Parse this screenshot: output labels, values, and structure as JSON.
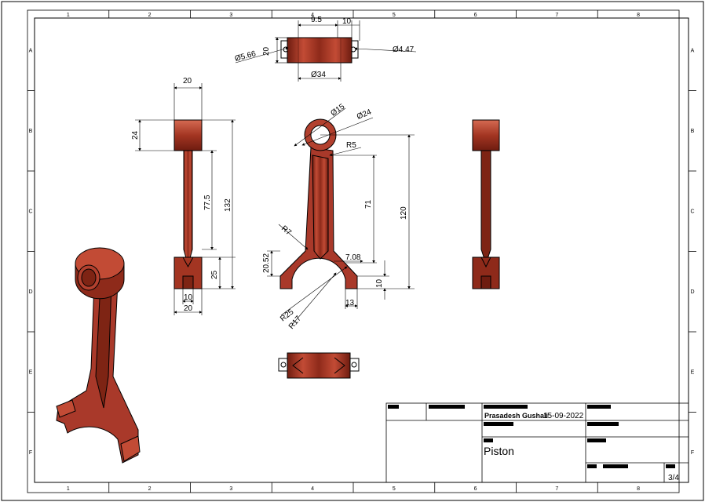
{
  "sheet": {
    "col_labels": [
      "1",
      "2",
      "3",
      "4",
      "5",
      "6",
      "7",
      "8"
    ],
    "row_labels": [
      "A",
      "B",
      "C",
      "D",
      "E",
      "F"
    ]
  },
  "dimensions": {
    "top_width": "9.5",
    "top_lug": "10",
    "top_height": "20",
    "top_hole_left": "Ø5.66",
    "top_hole_right": "Ø4.47",
    "top_length": "Ø34",
    "side_top_width": "20",
    "side_top_height": "24",
    "side_shaft": "77.5",
    "side_total": "132",
    "side_foot": "25",
    "side_foot_inner": "10",
    "side_foot_outer": "20",
    "front_small_bore": "Ø15",
    "front_small_outer": "Ø24",
    "front_fillet_top": "R5",
    "front_shaft": "71",
    "front_total": "120",
    "front_fillet_bottom": "R7",
    "front_cap_height": "20.52",
    "front_offset": "7.08",
    "front_thickness": "10",
    "front_foot_width": "13",
    "front_big_outer": "R25",
    "front_big_inner": "R17"
  },
  "title_block": {
    "author": "Prasadesh Gushali",
    "date": "15-09-2022",
    "title": "Piston",
    "sheet_number": "3/4"
  },
  "colors": {
    "part_fill": "#b2402e",
    "part_dark": "#6e1c10",
    "part_light": "#d56a52",
    "line": "#000000"
  }
}
